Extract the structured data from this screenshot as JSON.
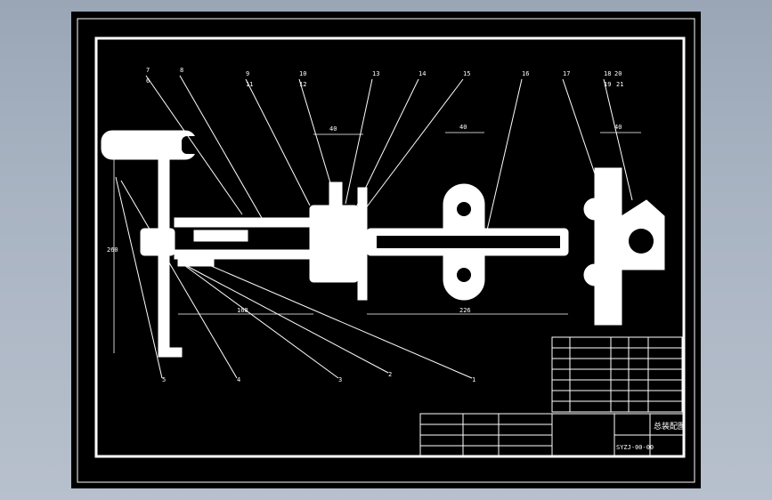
{
  "drawing": {
    "balloons": [
      "7",
      "8",
      "9",
      "10",
      "11",
      "12",
      "13",
      "14",
      "15",
      "16",
      "17",
      "18",
      "19",
      "20",
      "21",
      "1",
      "2",
      "3",
      "4",
      "5",
      "6"
    ],
    "dimensions": [
      "40",
      "40",
      "40",
      "260",
      "168",
      "226"
    ],
    "title_block": {
      "title": "总装配图",
      "drawing_number": "SYZJ-00-00"
    }
  },
  "colors": {
    "sheet_background": "#000000",
    "line": "#ffffff",
    "viewport_background": "#a9b4c3"
  }
}
